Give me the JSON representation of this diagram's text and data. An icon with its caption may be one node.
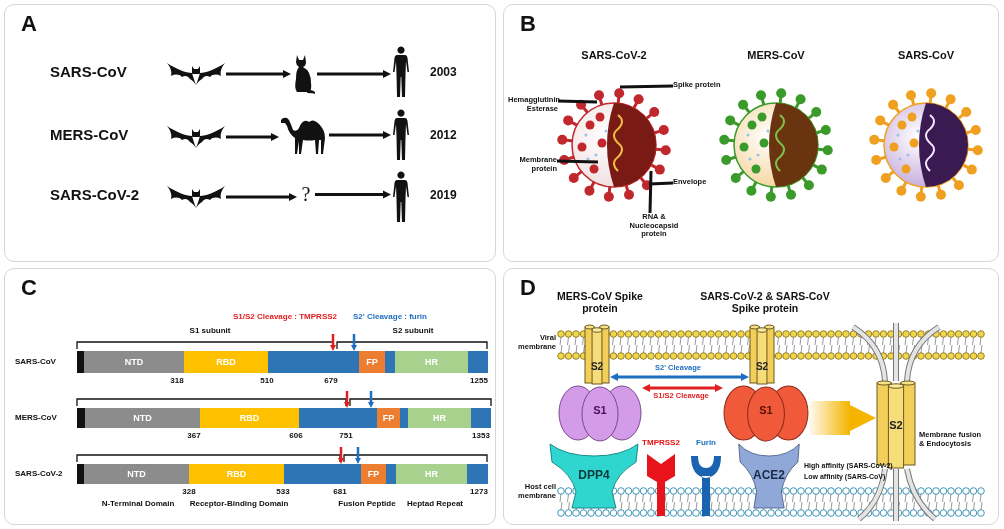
{
  "diagram": {
    "nodes": [
      {
        "text": [
          "A"
        ]
      },
      {
        "text": [],
        "shape": "picture",
        "in": 0
      },
      {
        "text": [],
        "shape": "picture",
        "in": 0
      },
      {
        "text": [],
        "shape": "picture",
        "in": 0
      },
      {
        "text": [],
        "shape": "picture",
        "in": 0
      },
      {
        "text": [],
        "shape": "picture",
        "in": 0
      },
      {
        "text": [],
        "shape": "picture",
        "in": 0
      },
      {
        "text": [],
        "shape": "picture",
        "in": 0
      },
      {
        "text": [
          "?"
        ],
        "in": 0
      },
      {
        "text": [],
        "shape": "picture",
        "in": 0
      },
      {
        "text": [
          "B"
        ]
      },
      {
        "text": [
          "SARS-CoV-2"
        ],
        "in": 10
      },
      {
        "text": [
          "MERS-CoV"
        ],
        "in": 10
      },
      {
        "text": [
          "SARS-CoV"
        ],
        "in": 10
      },
      {
        "text": [
          "Spike protein"
        ],
        "in": 10
      },
      {
        "text": [
          "Hemagglutinin Esterase"
        ],
        "in": 10
      },
      {
        "text": [
          "Membrane protein"
        ],
        "in": 10
      },
      {
        "text": [
          "Envelope"
        ],
        "in": 10
      },
      {
        "text": [
          "RNA & Nucleocapsid protein"
        ],
        "in": 10
      },
      {
        "text": [
          "C"
        ]
      },
      {
        "text": [
          "NTD",
          "RBD",
          "FP",
          "HR"
        ],
        "beside": [
          "SARS-CoV"
        ],
        "in": 19
      },
      {
        "text": [
          "NTD",
          "RBD",
          "FP",
          "HR"
        ],
        "beside": [
          "MERS-CoV"
        ],
        "in": 19
      },
      {
        "text": [
          "NTD",
          "RBD",
          "FP",
          "HR"
        ],
        "beside": [
          "SARS-CoV-2"
        ],
        "in": 19
      },
      {
        "text": [
          "D"
        ]
      },
      {
        "text": [
          "S2"
        ],
        "in": 23
      },
      {
        "text": [
          "S1"
        ],
        "in": 23
      },
      {
        "text": [
          "DPP4"
        ],
        "in": 23
      },
      {
        "text": [
          "TMPRSS2"
        ],
        "in": 23
      },
      {
        "text": [
          "Furin"
        ],
        "in": 23
      },
      {
        "text": [
          "S2"
        ],
        "in": 23
      },
      {
        "text": [
          "S1"
        ],
        "in": 23
      },
      {
        "text": [
          "ACE2"
        ],
        "beside": [
          "High affinity (SARS-CoV-2)",
          "Low affinity (SARS-CoV)"
        ],
        "in": 23
      },
      {
        "text": [
          "S2"
        ],
        "beside": [
          "Membrane fusion & Endocytosis"
        ],
        "in": 23
      }
    ],
    "edges": [
      {
        "from": 1,
        "to": 2,
        "arrow": "to"
      },
      {
        "from": 2,
        "to": 3,
        "arrow": "to"
      },
      {
        "from": 4,
        "to": 5,
        "arrow": "to"
      },
      {
        "from": 5,
        "to": 6,
        "arrow": "to"
      },
      {
        "from": 7,
        "to": 8,
        "arrow": "to"
      },
      {
        "from": 8,
        "to": 9,
        "arrow": "to"
      },
      {
        "from": 14,
        "to": 11,
        "arrow": "none"
      },
      {
        "from": 15,
        "to": 11,
        "arrow": "none"
      },
      {
        "from": 16,
        "to": 11,
        "arrow": "none"
      },
      {
        "from": 17,
        "to": 11,
        "arrow": "none"
      },
      {
        "from": 18,
        "to": 11,
        "arrow": "none"
      },
      {
        "from": 24,
        "to": 29,
        "arrow": "both",
        "label": "S2' Cleavage",
        "color": "#1f6fc0"
      },
      {
        "from": 25,
        "to": 30,
        "arrow": "both",
        "label": "S1/S2 Cleavage",
        "color": "#e02020"
      },
      {
        "from": 30,
        "to": 32,
        "arrow": "to",
        "style": "thick",
        "color": "#f5b400"
      },
      {
        "from": null,
        "to": 20,
        "arrow": "to",
        "color": "#e02020"
      },
      {
        "from": null,
        "to": 20,
        "arrow": "to",
        "color": "#1f6fc0"
      },
      {
        "from": null,
        "to": 21,
        "arrow": "to",
        "color": "#e02020"
      },
      {
        "from": null,
        "to": 21,
        "arrow": "to",
        "color": "#1f6fc0"
      },
      {
        "from": null,
        "to": 22,
        "arrow": "to",
        "color": "#e02020"
      },
      {
        "from": null,
        "to": 22,
        "arrow": "to",
        "color": "#1f6fc0"
      }
    ],
    "labels": [
      "SARS-CoV",
      "2003",
      "MERS-CoV",
      "2012",
      "SARS-CoV-2",
      "2019",
      "S1/S2 Cleavage : TMPRSS2",
      "S2' Cleavage : furin",
      "S1 subunit",
      "S2 subunit",
      "318",
      "510",
      "679",
      "1255",
      "367",
      "606",
      "751",
      "1353",
      "328",
      "533",
      "681",
      "1273",
      "N-Terminal Domain",
      "Receptor-Binding Domain",
      "Fusion Peptide",
      "Heptad Repeat",
      "MERS-CoV Spike protein",
      "SARS-CoV-2 & SARS-CoV Spike protein",
      "Viral membrane",
      "Host cell membrane"
    ]
  }
}
